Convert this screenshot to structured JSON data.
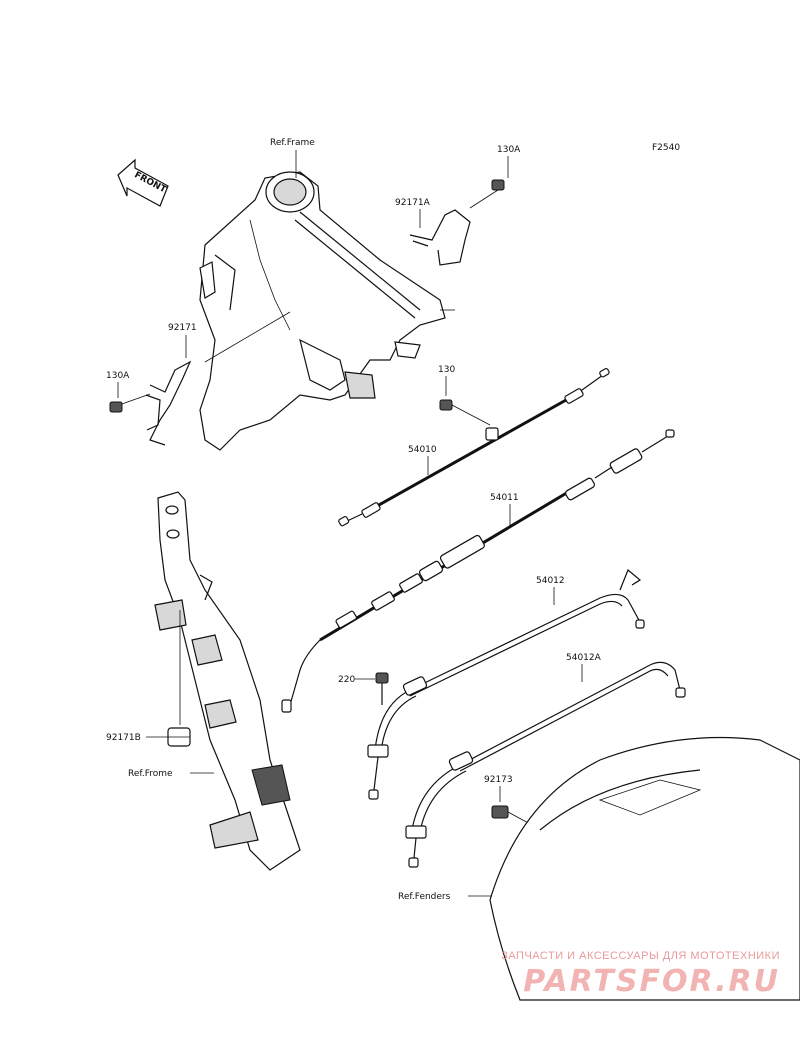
{
  "diagram": {
    "figure_code": "F2540",
    "front_arrow": "FRONT",
    "labels": {
      "ref_frame_top": "Ref.Frame",
      "ref_frame_bottom": "Ref.Frome",
      "ref_fenders": "Ref.Fenders",
      "p130A_top": "130A",
      "p130A_left": "130A",
      "p130": "130",
      "p92171A": "92171A",
      "p92171": "92171",
      "p92171B": "92171B",
      "p54010": "54010",
      "p54011": "54011",
      "p54012": "54012",
      "p54012A": "54012A",
      "p220": "220",
      "p92173": "92173"
    }
  },
  "watermark": {
    "tagline": "ЗАПЧАСТИ И АКСЕССУАРЫ ДЛЯ МОТОТЕХНИКИ",
    "logo": "PARTSFOR.RU",
    "logo_color": "#f2b3b3",
    "tagline_color": "#e99a9a"
  }
}
